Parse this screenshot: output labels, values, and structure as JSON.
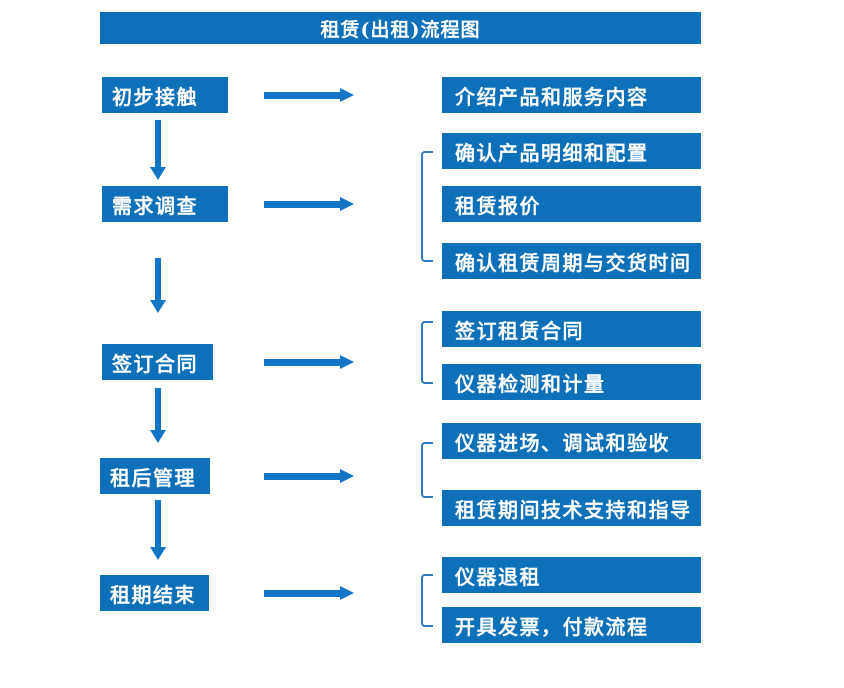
{
  "title": "租赁(出租)流程图",
  "colors": {
    "box_blue": "#0d70b8",
    "arrow_blue": "#1375c6",
    "bracket_blue": "#2e7bc4",
    "text_white": "#ffffff"
  },
  "flow": {
    "steps": [
      {
        "label": "初步接触"
      },
      {
        "label": "需求调查"
      },
      {
        "label": "签订合同"
      },
      {
        "label": "租后管理"
      },
      {
        "label": "租期结束"
      }
    ],
    "details": [
      {
        "label": "介绍产品和服务内容"
      },
      {
        "label": "确认产品明细和配置"
      },
      {
        "label": "租赁报价"
      },
      {
        "label": "确认租赁周期与交货时间"
      },
      {
        "label": "签订租赁合同"
      },
      {
        "label": "仪器检测和计量"
      },
      {
        "label": "仪器进场、调试和验收"
      },
      {
        "label": "租赁期间技术支持和指导"
      },
      {
        "label": "仪器退租"
      },
      {
        "label": "开具发票，付款流程"
      }
    ],
    "groups": [
      {
        "from_detail": 1,
        "to_detail": 3
      },
      {
        "from_detail": 4,
        "to_detail": 5
      },
      {
        "from_detail": 6,
        "to_detail": 7
      },
      {
        "from_detail": 8,
        "to_detail": 9
      }
    ]
  }
}
